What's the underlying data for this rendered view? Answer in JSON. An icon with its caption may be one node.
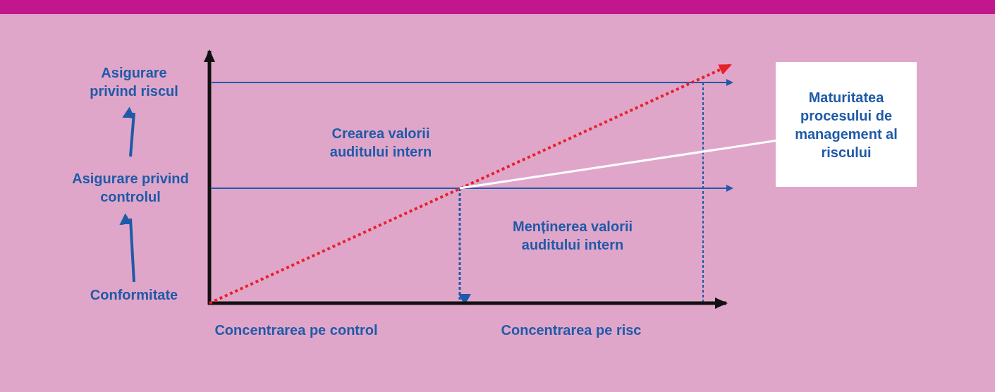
{
  "diagram": {
    "nodes": [
      {
        "text": [
          "Asigurare privind riscul"
        ]
      },
      {
        "text": [
          "Asigurare privind controlul"
        ]
      },
      {
        "text": [
          "Conformitate"
        ]
      },
      {
        "text": [
          "Maturitatea procesului de management al riscului"
        ]
      }
    ],
    "edges": [
      {
        "from": 2,
        "to": 1,
        "arrow": "to"
      },
      {
        "from": 1,
        "to": 0,
        "arrow": "to"
      },
      {
        "from": 3,
        "to": null,
        "arrow": "none",
        "color": "#ffffff"
      }
    ],
    "labels": [
      "Crearea valorii auditului intern",
      "Menținerea valorii auditului intern",
      "Concentrarea pe control",
      "Concentrarea pe risc"
    ]
  }
}
